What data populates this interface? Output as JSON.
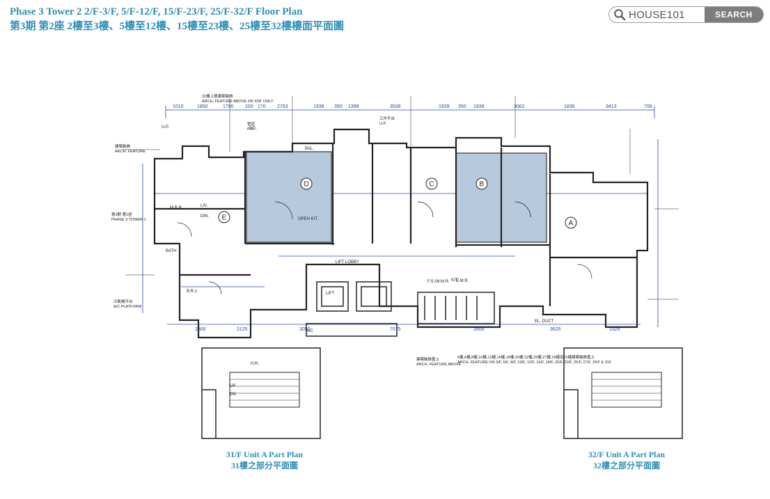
{
  "header": {
    "title_en": "Phase 3 Tower 2 2/F-3/F, 5/F-12/F, 15/F-23/F, 25/F-32/F Floor Plan",
    "title_zh": "第3期 第2座 2樓至3樓、5樓至12樓、15樓至23樓、25樓至32樓樓面平面圖"
  },
  "search": {
    "text": "HOUSE101",
    "button_label": "SEARCH",
    "icon": "search-icon"
  },
  "plan": {
    "units": [
      "E",
      "D",
      "C",
      "B",
      "A"
    ],
    "top_dims": [
      "1010",
      "1850",
      "1790",
      "200",
      "170",
      "2763",
      "1938",
      "350",
      "1398",
      "3539",
      "1939",
      "350",
      "1838",
      "3062",
      "1838",
      "3413",
      "706"
    ],
    "bottom_dims": [
      "2500",
      "2125",
      "3050",
      "7075",
      "2600",
      "3625",
      "2325"
    ],
    "room_labels": [
      "M.B.R.",
      "LIV.",
      "DIN.",
      "BATH",
      "B.R.1",
      "KIT.",
      "OPEN KIT.",
      "BAL.",
      "U.P.",
      "P.D.",
      "LIFT",
      "LIFT LOBBY",
      "E.M.R.",
      "F.S./W.M.R.",
      "EL. DUCT",
      "A/C",
      "UP",
      "DN",
      "H.R."
    ],
    "notes": [
      {
        "zh": "32樓上層建築裝飾",
        "en": "ARCH. FEATURE ABOVE ON 32/F ONLY"
      },
      {
        "zh": "建築裝飾",
        "en": "ARCH. FEATURE"
      },
      {
        "zh": "建築裝飾置上",
        "en": "ARCH. FEATURE ABOVE"
      },
      {
        "zh": "冷氣機平台",
        "en": "A/C PLATFORM"
      },
      {
        "zh": "工作平台",
        "en": "U.P."
      },
      {
        "zh": "管道",
        "en": "P.D."
      },
      {
        "zh": "第3期 第1座",
        "en": "PHASE 3 TOWER 1"
      },
      {
        "zh": "5樓,6樓,8樓,10樓,12樓,16樓,18樓,20樓,22樓,25樓,27樓,29樓及31樓建築裝飾置上",
        "en": "ARCH. FEATURE ON 3/F, 6/F, 8/F, 10/F, 12/F, 16/F, 18/F, 20/F, 22/F, 25/F, 27/F, 29/F & 31F"
      }
    ]
  },
  "part_plans": [
    {
      "caption_en": "31/F Unit A Part Plan",
      "caption_zh": "31樓之部分平面圖"
    },
    {
      "caption_en": "32/F Unit A Part Plan",
      "caption_zh": "32樓之部分平面圖"
    }
  ],
  "colors": {
    "title": "#2f8fb8",
    "highlight": "#b7c9dc",
    "dimension": "#2b47a8",
    "wall": "#222222"
  }
}
